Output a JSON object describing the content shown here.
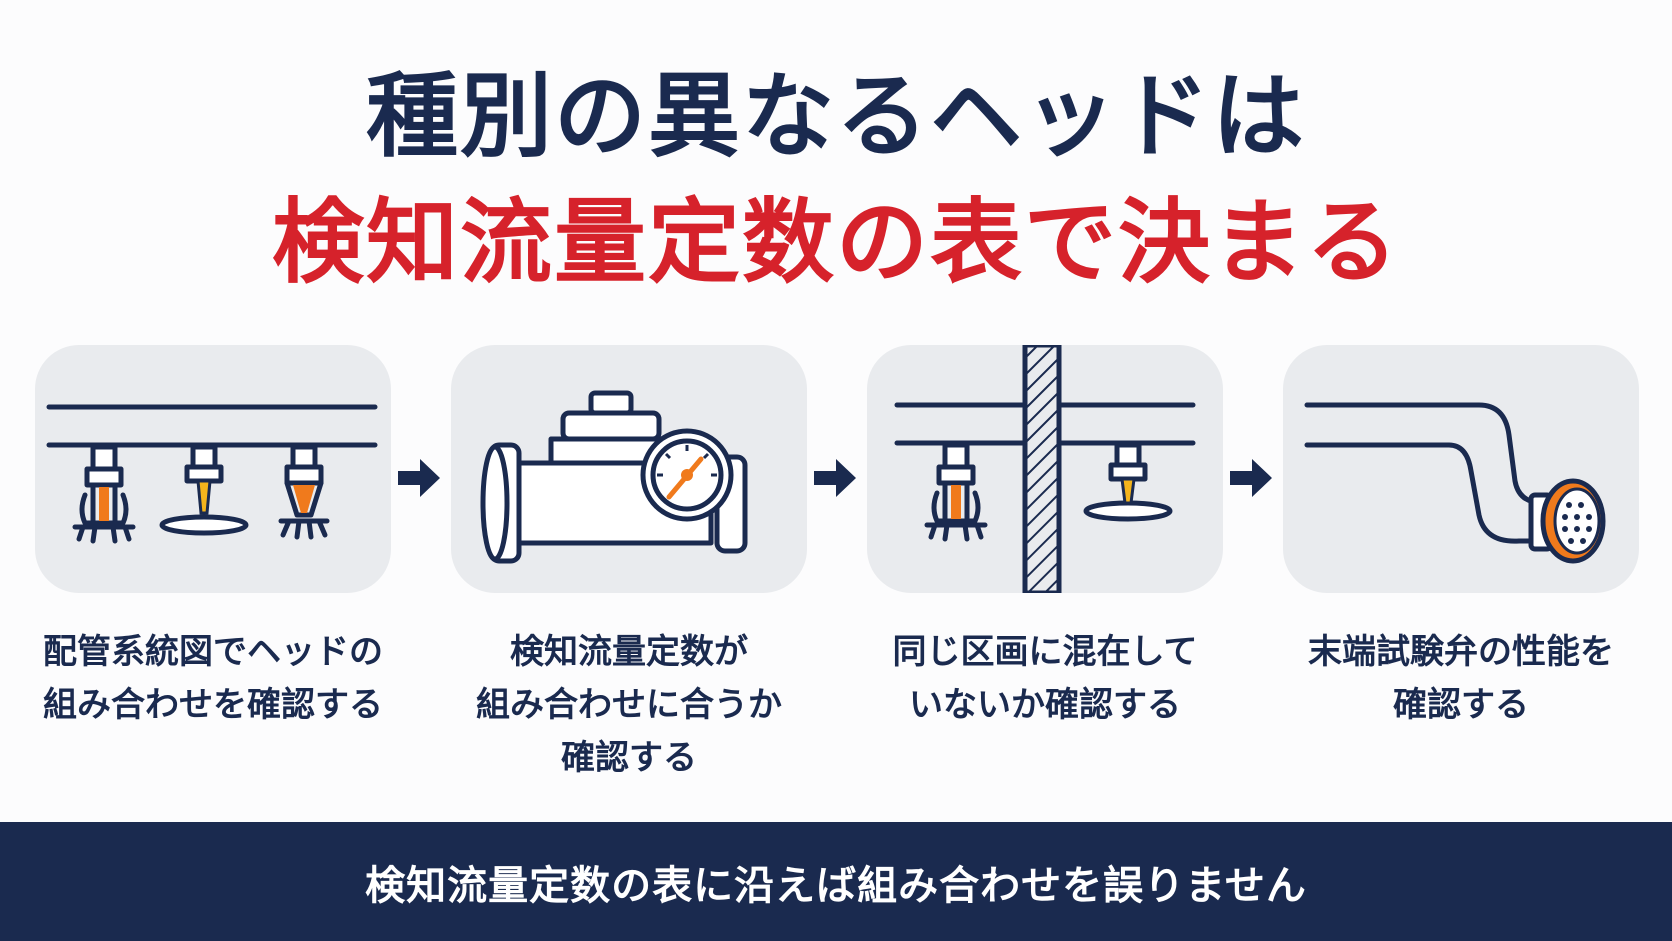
{
  "title": {
    "line1": "種別の異なるヘッドは",
    "line2": "検知流量定数の表で決まる"
  },
  "steps": [
    {
      "icon": "sprinkler-heads-on-pipe-icon",
      "lines": [
        "配管系統図でヘッドの",
        "組み合わせを確認する"
      ]
    },
    {
      "icon": "flow-meter-valve-icon",
      "lines": [
        "検知流量定数が",
        "組み合わせに合うか",
        "確認する"
      ]
    },
    {
      "icon": "zone-wall-sprinklers-icon",
      "lines": [
        "同じ区画に混在して",
        "いないか確認する"
      ]
    },
    {
      "icon": "end-test-valve-icon",
      "lines": [
        "末端試験弁の性能を",
        "確認する"
      ]
    }
  ],
  "banner": {
    "text": "検知流量定数の表に沿えば組み合わせを誤りません"
  },
  "colors": {
    "navy": "#1a2a4f",
    "red": "#d6222b",
    "orange": "#f07a1c",
    "yellow": "#f4b41c",
    "panel": "#e9ebee"
  }
}
